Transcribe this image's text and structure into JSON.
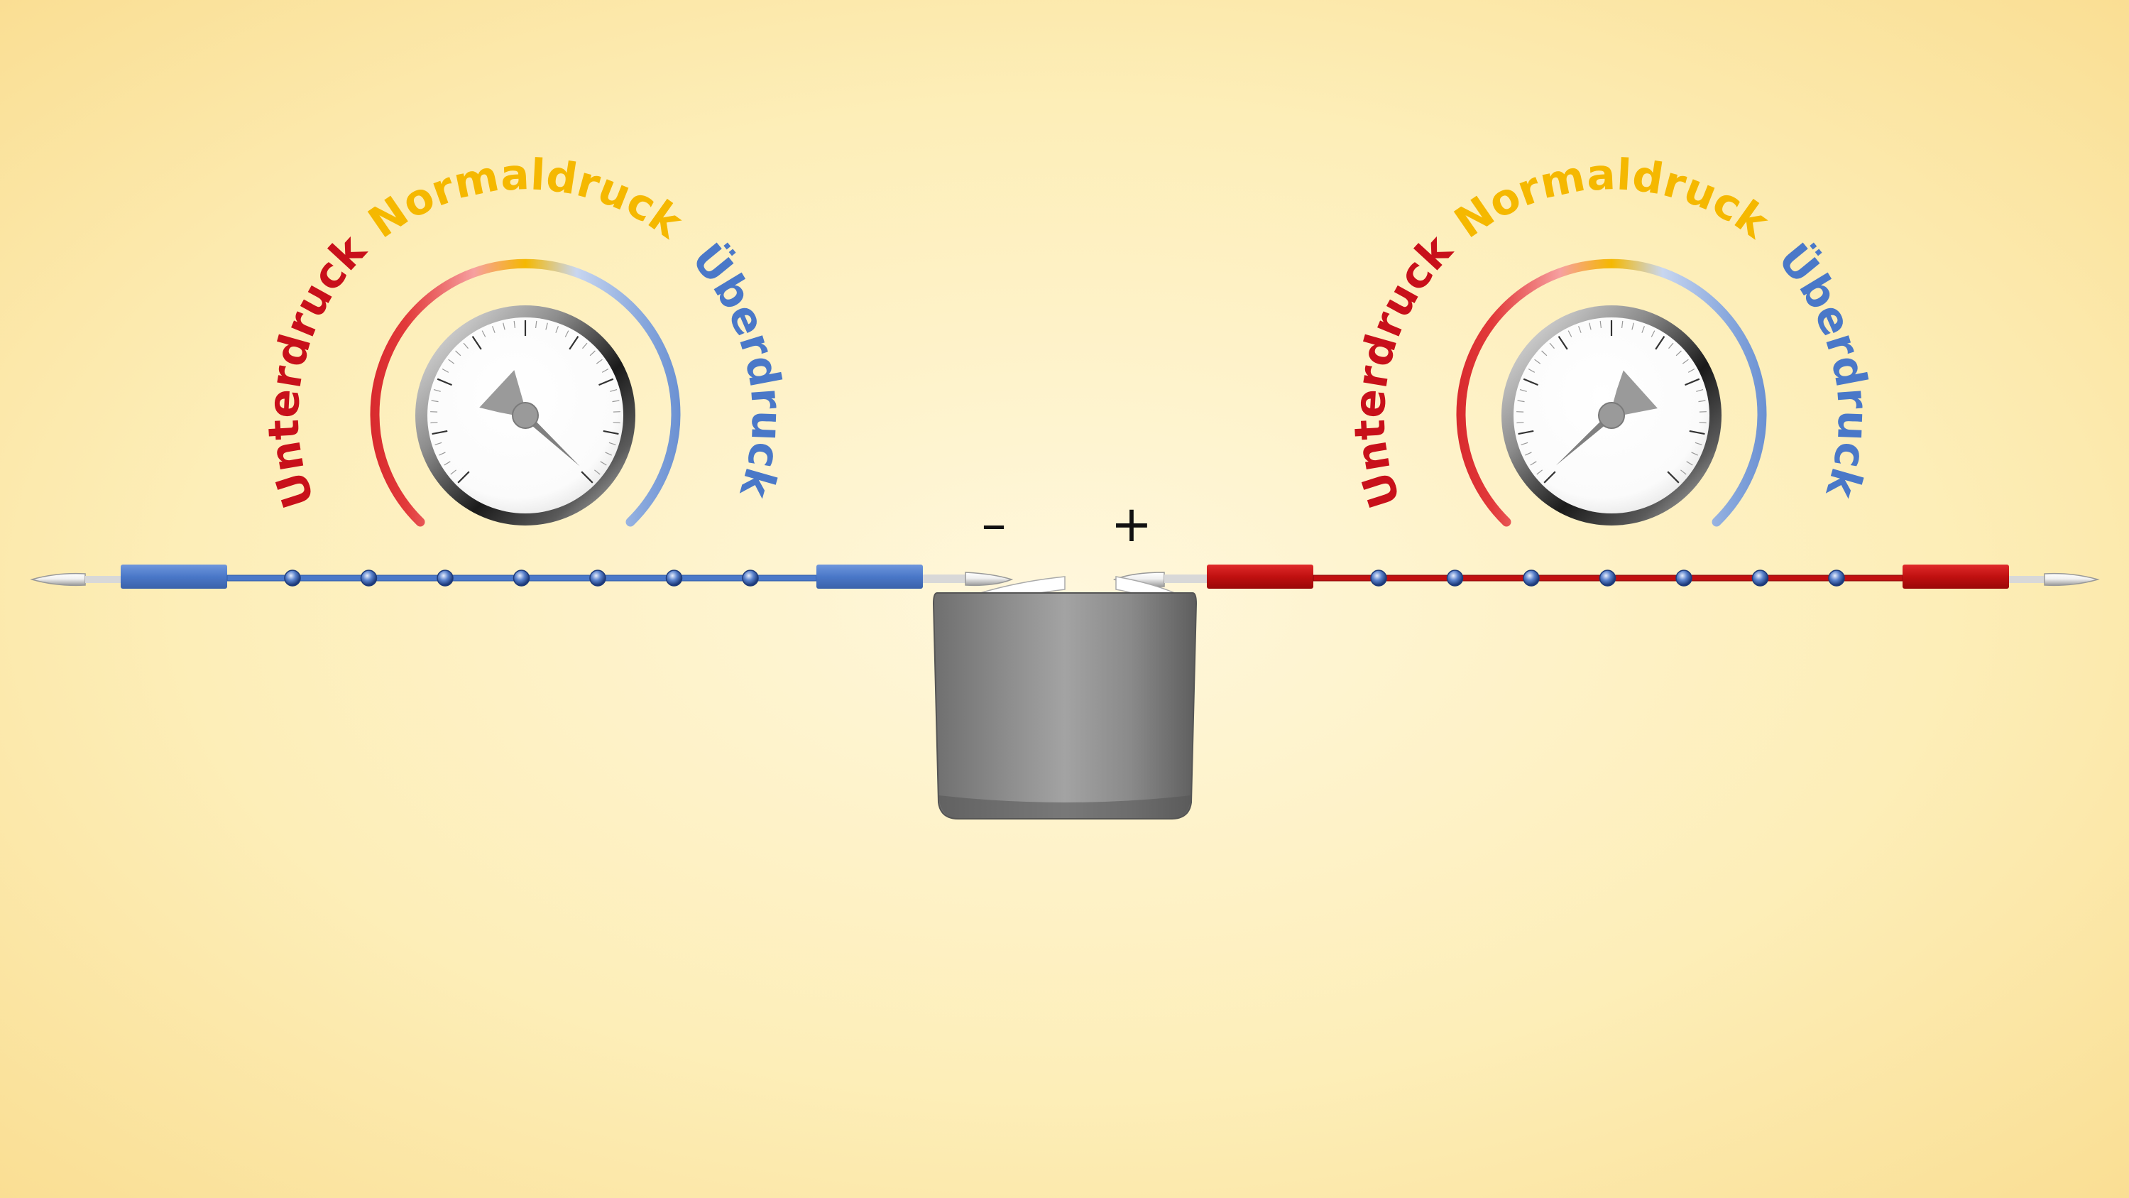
{
  "gauges": {
    "left": {
      "labels": {
        "low": "Unterdruck",
        "normal": "Normaldruck",
        "high": "Überdruck"
      },
      "needle_state": "overpressure"
    },
    "right": {
      "labels": {
        "low": "Unterdruck",
        "normal": "Normaldruck",
        "high": "Überdruck"
      },
      "needle_state": "underpressure"
    }
  },
  "battery": {
    "negative_sign": "–",
    "positive_sign": "+"
  },
  "wires": {
    "left": {
      "polarity": "negative",
      "color": "#4a78c8"
    },
    "right": {
      "polarity": "positive",
      "color": "#c01010"
    }
  },
  "colors": {
    "underpressure": "#c8101a",
    "normalpressure": "#f5b800",
    "overpressure": "#4a78c8",
    "background_center": "#fff6d6",
    "background_edge": "#fbe29a",
    "battery": "#8a8a8a"
  }
}
